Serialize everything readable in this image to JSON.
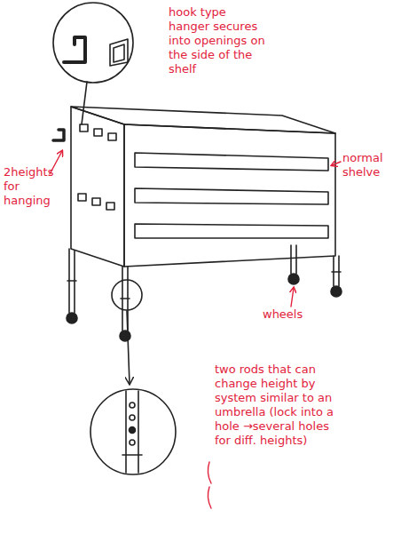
{
  "diagram": {
    "labels": [
      "hook type hanger secures into openings on the side of the shelf",
      "2heights for hanging",
      "normal shelve",
      "wheels",
      "two rods that can change height by system similar to an umbrella (lock into a hole →several holes for diff. heights)"
    ]
  }
}
